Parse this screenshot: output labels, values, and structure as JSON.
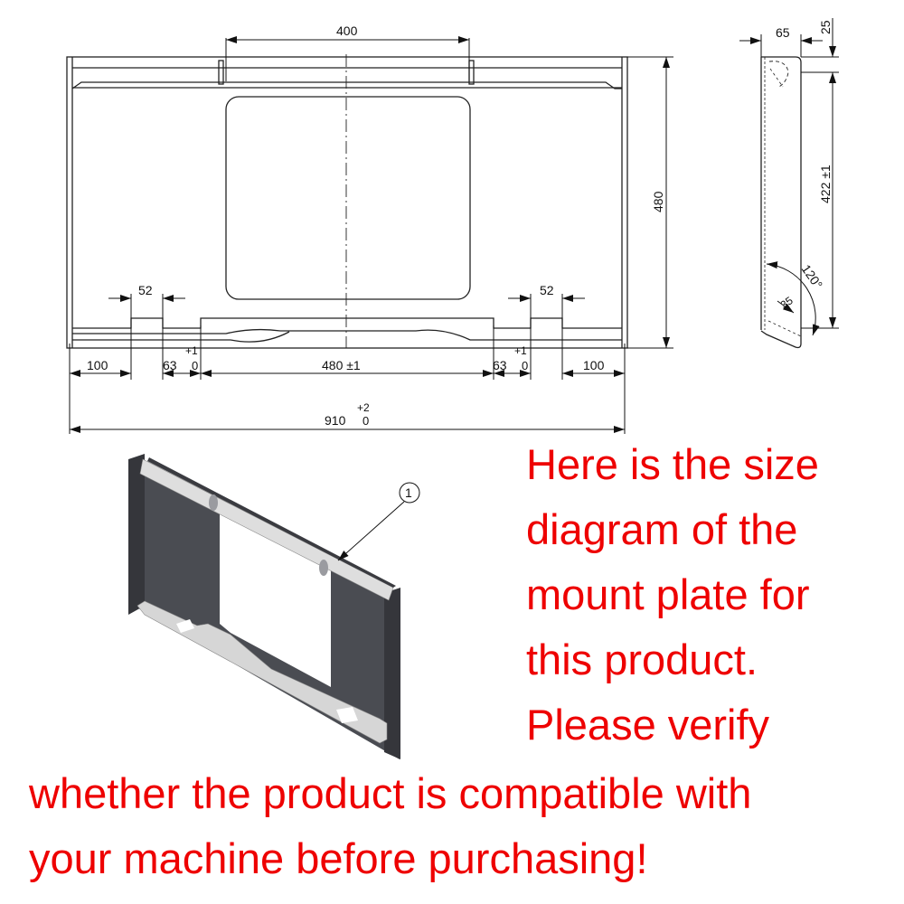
{
  "front_view": {
    "dimensions": {
      "top_spacing": "400",
      "height": "480",
      "slot_left": "52",
      "slot_right": "52",
      "edge_left": "100",
      "edge_right": "100",
      "gap_left": "63",
      "gap_right": "63",
      "gap_tol_upper": "+1",
      "gap_tol_lower": "0",
      "center_width": "480 ±1",
      "overall_width": "910",
      "overall_tol_upper": "+2",
      "overall_tol_lower": "0"
    }
  },
  "side_view": {
    "dimensions": {
      "depth": "65",
      "top_offset": "25",
      "inner_height": "422 ±1",
      "angle": "120°",
      "lip": "35"
    }
  },
  "iso_view": {
    "callout_number": "1",
    "colors": {
      "plate": "#4a4c52",
      "edge": "#d9d9d9",
      "side": "#35363b"
    }
  },
  "notes": {
    "color": "#ee0000",
    "right_lines": [
      "Here is the size",
      "diagram of the",
      "mount plate for",
      "this product.",
      "Please verify"
    ],
    "bottom_lines": [
      "whether the product is compatible with",
      "your machine before purchasing!"
    ]
  }
}
